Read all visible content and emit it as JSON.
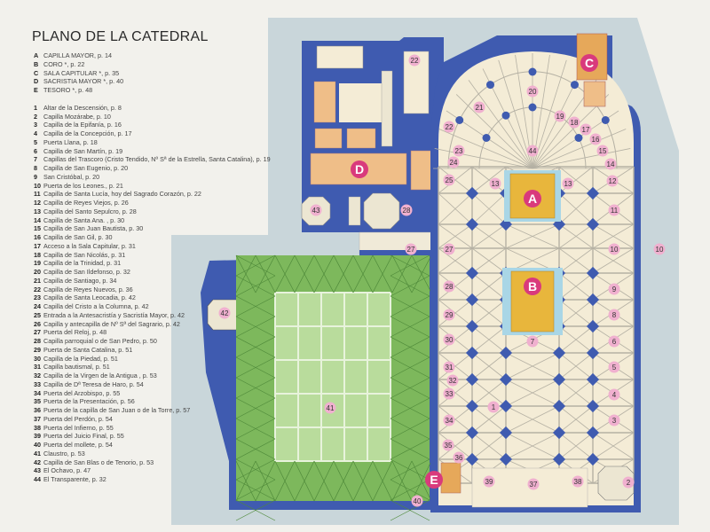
{
  "title": "PLANO DE LA CATEDRAL",
  "colors": {
    "background_map": "#c9d6da",
    "walls": "#3f5bb0",
    "floor": "#f4ecd6",
    "cloister": "#7db85c",
    "capilla_mayor": "#e8b63c",
    "sacristia": "#efbe88",
    "letter_marker": "#d93a7c",
    "number_marker": "#f0b0cf"
  },
  "legend_letters": [
    {
      "key": "A",
      "label": "CAPILLA MAYOR, p. 14"
    },
    {
      "key": "B",
      "label": "CORO *, p. 22"
    },
    {
      "key": "C",
      "label": "SALA CAPITULAR *, p. 35"
    },
    {
      "key": "D",
      "label": "SACRISTIA MAYOR *, p. 40"
    },
    {
      "key": "E",
      "label": "TESORO *, p. 48"
    }
  ],
  "legend_numbers": [
    {
      "key": "1",
      "label": "Altar de la Descensión, p. 8"
    },
    {
      "key": "2",
      "label": "Capilla Mozárabe, p. 10"
    },
    {
      "key": "3",
      "label": "Capilla de la Epifanía, p. 16"
    },
    {
      "key": "4",
      "label": "Capilla de la Concepción, p. 17"
    },
    {
      "key": "5",
      "label": "Puerta Llana, p. 18"
    },
    {
      "key": "6",
      "label": "Capilla de San Martín, p. 19"
    },
    {
      "key": "7",
      "label": "Capillas del Trascoro (Cristo Tendido, Nº Sª de la Estrella, Santa Catalina), p. 19"
    },
    {
      "key": "8",
      "label": "Capilla de San Eugenio, p. 20"
    },
    {
      "key": "9",
      "label": "San Cristóbal, p. 20"
    },
    {
      "key": "10",
      "label": "Puerta de los Leones., p. 21"
    },
    {
      "key": "11",
      "label": "Capilla de Santa Lucía, hoy del Sagrado Corazón, p. 22"
    },
    {
      "key": "12",
      "label": "Capilla de Reyes Viejos, p. 26"
    },
    {
      "key": "13",
      "label": "Capilla del Santo Sepulcro, p. 28"
    },
    {
      "key": "14",
      "label": "Capilla de Santa Ana. , p. 30"
    },
    {
      "key": "15",
      "label": "Capilla de San Juan Bautista, p. 30"
    },
    {
      "key": "16",
      "label": "Capilla de San Gil, p. 30"
    },
    {
      "key": "17",
      "label": "Acceso a la Sala Capitular, p. 31"
    },
    {
      "key": "18",
      "label": "Capilla de San Nicolás, p. 31"
    },
    {
      "key": "19",
      "label": "Capilla de la Trinidad, p. 31"
    },
    {
      "key": "20",
      "label": "Capilla de San Ildefonso, p. 32"
    },
    {
      "key": "21",
      "label": "Capilla de Santiago, p. 34"
    },
    {
      "key": "22",
      "label": "Capilla de Reyes Nuevos, p. 36"
    },
    {
      "key": "23",
      "label": "Capilla de Santa Leocadia, p. 42"
    },
    {
      "key": "24",
      "label": "Capilla del Cristo a la Columna, p. 42"
    },
    {
      "key": "25",
      "label": "Entrada a la Antesacristía y Sacristía Mayor, p. 42"
    },
    {
      "key": "26",
      "label": "Capilla y antecapilla de Nº Sª del Sagrario, p. 42"
    },
    {
      "key": "27",
      "label": "Puerta del Reloj, p. 48"
    },
    {
      "key": "28",
      "label": "Capilla parroquial o de San Pedro, p. 50"
    },
    {
      "key": "29",
      "label": "Puerta de Santa Catalina, p. 51"
    },
    {
      "key": "30",
      "label": "Capilla de la Piedad, p. 51"
    },
    {
      "key": "31",
      "label": "Capilla bautismal, p. 51"
    },
    {
      "key": "32",
      "label": "Capilla de la Virgen de la Antigua , p. 53"
    },
    {
      "key": "33",
      "label": "Capilla de Dª Teresa de Haro, p. 54"
    },
    {
      "key": "34",
      "label": "Puerta del Arzobispo, p. 55"
    },
    {
      "key": "35",
      "label": "Puerta de la Presentación, p. 56"
    },
    {
      "key": "36",
      "label": "Puerta de la capilla de San Juan o de la Torre, p. 57"
    },
    {
      "key": "37",
      "label": "Puerta del Perdón, p. 54"
    },
    {
      "key": "38",
      "label": "Puerta del Infierno, p. 55"
    },
    {
      "key": "39",
      "label": "Puerta del Juicio Final, p. 55"
    },
    {
      "key": "40",
      "label": "Puerta del mollete, p. 54"
    },
    {
      "key": "41",
      "label": "Claustro, p. 53"
    },
    {
      "key": "42",
      "label": "Capilla de San Blas o de Tenorio, p. 53"
    },
    {
      "key": "43",
      "label": "El Ochavo, p. 47"
    },
    {
      "key": "44",
      "label": "El Transparente, p. 32"
    }
  ],
  "map_letter_markers": [
    "A",
    "B",
    "C",
    "D",
    "E"
  ],
  "map_number_markers": [
    "1",
    "2",
    "3",
    "4",
    "5",
    "6",
    "7",
    "8",
    "9",
    "10",
    "10",
    "11",
    "12",
    "13",
    "13",
    "14",
    "15",
    "16",
    "17",
    "18",
    "19",
    "20",
    "21",
    "22",
    "22",
    "23",
    "24",
    "25",
    "27",
    "27",
    "28",
    "28",
    "29",
    "30",
    "31",
    "32",
    "33",
    "34",
    "35",
    "36",
    "37",
    "38",
    "39",
    "40",
    "41",
    "42",
    "43",
    "44"
  ]
}
